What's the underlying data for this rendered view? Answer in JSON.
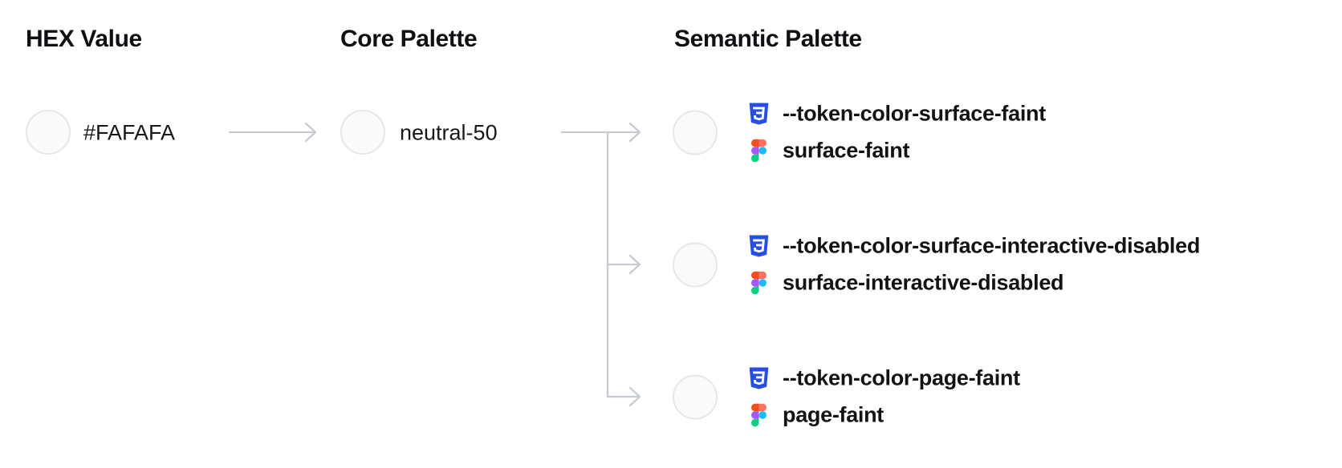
{
  "headers": {
    "hex": "HEX Value",
    "core": "Core Palette",
    "semantic": "Semantic Palette"
  },
  "hex": {
    "value": "#FAFAFA"
  },
  "core": {
    "name": "neutral-50"
  },
  "semantic": {
    "items": [
      {
        "css_var": "--token-color-surface-faint",
        "figma_name": "surface-faint"
      },
      {
        "css_var": "--token-color-surface-interactive-disabled",
        "figma_name": "surface-interactive-disabled"
      },
      {
        "css_var": "--token-color-page-faint",
        "figma_name": "page-faint"
      }
    ]
  },
  "icons": {
    "css": "css3-logo-icon",
    "figma": "figma-logo-icon"
  },
  "colors": {
    "swatch_fill": "#FAFAFA",
    "swatch_border": "#E7E7EA",
    "arrow": "#C6CAD2",
    "text": "#131316",
    "css_logo_blue": "#264DE4",
    "figma_red": "#F24E1E",
    "figma_orange": "#FF7262",
    "figma_purple": "#A259FF",
    "figma_blue": "#1ABCFE",
    "figma_green": "#0ACF83"
  }
}
